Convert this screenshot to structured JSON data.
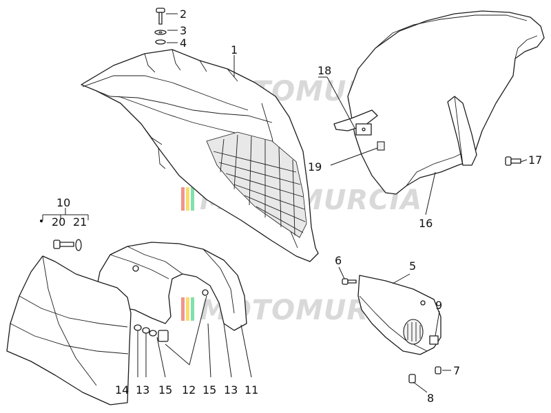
{
  "watermark": {
    "text": "MOTOMURCIA",
    "colors": [
      "#e74c3c",
      "#f1c40f",
      "#2ecc71"
    ]
  },
  "callouts": {
    "c1": "1",
    "c2": "2",
    "c3": "3",
    "c4": "4",
    "c5": "5",
    "c6": "6",
    "c7": "7",
    "c8": "8",
    "c9": "9",
    "c10": "10",
    "c11": "11",
    "c12": "12",
    "c13a": "13",
    "c13b": "13",
    "c14": "14",
    "c15a": "15",
    "c15b": "15",
    "c16": "16",
    "c17": "17",
    "c18": "18",
    "c19": "19",
    "c20": "20",
    "c21": "21"
  }
}
